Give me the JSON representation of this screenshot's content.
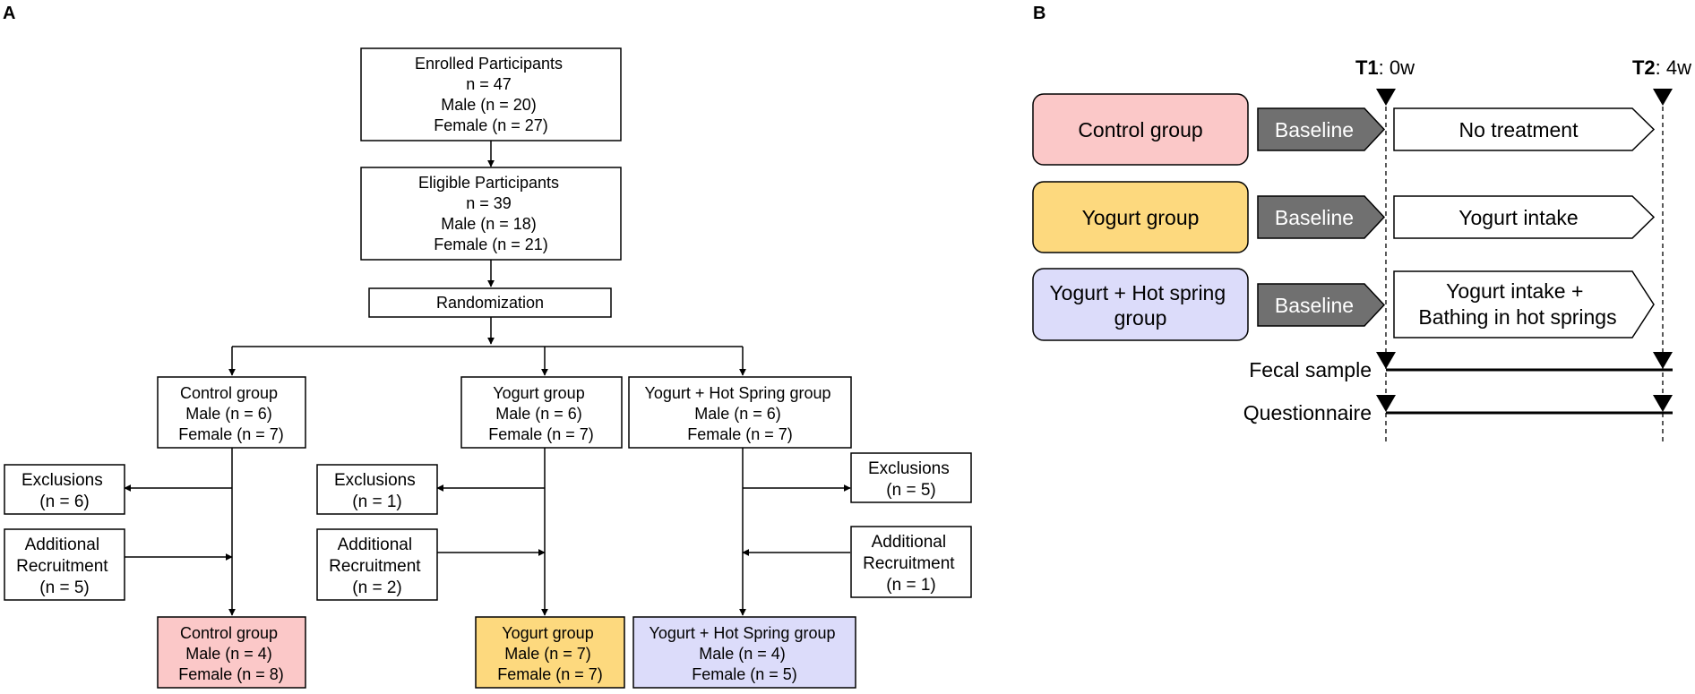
{
  "panel_a": {
    "label": "A",
    "enrolled": {
      "lines": [
        "Enrolled Participants",
        "n = 47",
        "Male (n = 20)",
        "Female (n = 27)"
      ]
    },
    "eligible": {
      "lines": [
        "Eligible Participants",
        "n = 39",
        "Male (n = 18)",
        "Female (n = 21)"
      ]
    },
    "randomization": {
      "lines": [
        "Randomization"
      ]
    },
    "control_initial": {
      "lines": [
        "Control group",
        "Male (n = 6)",
        "Female (n = 7)"
      ]
    },
    "yogurt_initial": {
      "lines": [
        "Yogurt group",
        "Male (n = 6)",
        "Female (n = 7)"
      ]
    },
    "hotspring_initial": {
      "lines": [
        "Yogurt + Hot Spring group",
        "Male (n = 6)",
        "Female (n = 7)"
      ]
    },
    "control_exclusions": {
      "lines": [
        "Exclusions",
        "(n = 6)"
      ]
    },
    "yogurt_exclusions": {
      "lines": [
        "Exclusions",
        "(n = 1)"
      ]
    },
    "hotspring_exclusions": {
      "lines": [
        "Exclusions",
        "(n = 5)"
      ]
    },
    "control_recruitment": {
      "lines": [
        "Additional",
        "Recruitment",
        "(n = 5)"
      ]
    },
    "yogurt_recruitment": {
      "lines": [
        "Additional",
        "Recruitment",
        "(n = 2)"
      ]
    },
    "hotspring_recruitment": {
      "lines": [
        "Additional",
        "Recruitment",
        "(n = 1)"
      ]
    },
    "control_final": {
      "lines": [
        "Control group",
        "Male (n = 4)",
        "Female (n = 8)"
      ]
    },
    "yogurt_final": {
      "lines": [
        "Yogurt group",
        "Male (n = 7)",
        "Female (n = 7)"
      ]
    },
    "hotspring_final": {
      "lines": [
        "Yogurt + Hot Spring group",
        "Male (n = 4)",
        "Female (n = 5)"
      ]
    }
  },
  "panel_b": {
    "label": "B",
    "timepoints": [
      {
        "bold": "T1",
        "rest": ": 0w"
      },
      {
        "bold": "T2",
        "rest": ": 4w"
      }
    ],
    "groups": [
      {
        "name_lines": [
          "Control group"
        ],
        "baseline": "Baseline",
        "treatment_lines": [
          "No treatment"
        ],
        "color": "#fbc8c8"
      },
      {
        "name_lines": [
          "Yogurt group"
        ],
        "baseline": "Baseline",
        "treatment_lines": [
          "Yogurt intake"
        ],
        "color": "#fdd97e"
      },
      {
        "name_lines": [
          "Yogurt + Hot spring",
          "group"
        ],
        "baseline": "Baseline",
        "treatment_lines": [
          "Yogurt intake +",
          "Bathing in hot springs"
        ],
        "color": "#dcdcfa"
      }
    ],
    "measures": [
      "Fecal sample",
      "Questionnaire"
    ]
  },
  "colors": {
    "control": "#fbc8c8",
    "yogurt": "#fdd97e",
    "hotspring": "#dcdcfa",
    "baseline": "#707070"
  }
}
